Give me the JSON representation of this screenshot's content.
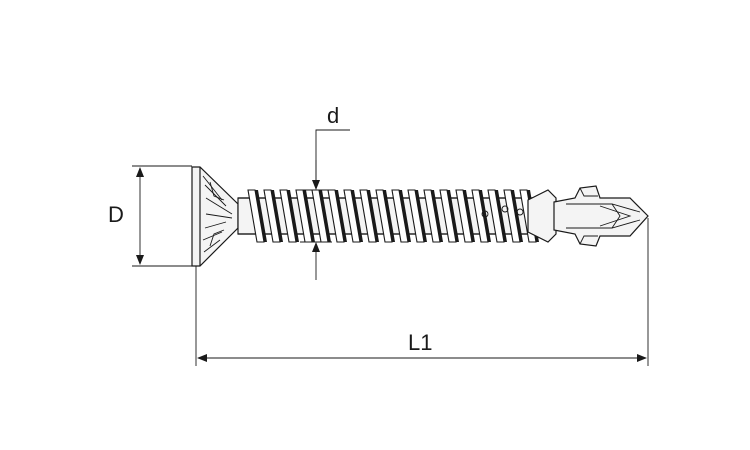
{
  "labels": {
    "head_diameter": "D",
    "shank_diameter": "d",
    "overall_length": "L1"
  },
  "colors": {
    "line": "#1a1a1a",
    "background": "#ffffff"
  }
}
